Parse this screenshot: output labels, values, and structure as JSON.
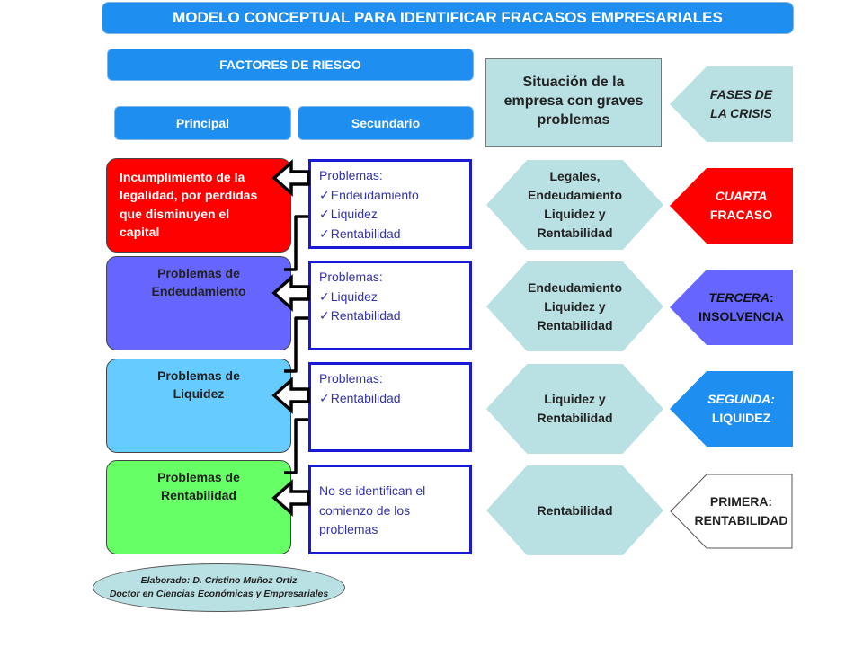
{
  "title": "MODELO CONCEPTUAL PARA IDENTIFICAR FRACASOS EMPRESARIALES",
  "risk_factors": {
    "header": "FACTORES DE RIESGO",
    "principal_label": "Principal",
    "secondary_label": "Secundario"
  },
  "principal": [
    {
      "lines": [
        "Incumplimiento de la",
        "legalidad, por perdidas",
        "que disminuyen el",
        "capital"
      ],
      "color": "#ff0000"
    },
    {
      "lines": [
        "Problemas de",
        "Endeudamiento"
      ],
      "color": "#6666ff"
    },
    {
      "lines": [
        "Problemas de",
        "Liquidez"
      ],
      "color": "#66ccff"
    },
    {
      "lines": [
        "Problemas de",
        "Rentabilidad"
      ],
      "color": "#66ff66"
    }
  ],
  "secondary": [
    {
      "lead": "Problemas:",
      "items": [
        "Endeudamiento",
        "Liquidez",
        "Rentabilidad"
      ]
    },
    {
      "lead": "Problemas:",
      "items": [
        "Liquidez",
        "Rentabilidad"
      ]
    },
    {
      "lead": "Problemas:",
      "items": [
        "Rentabilidad"
      ]
    },
    {
      "lead_lines": [
        "No se identifican el",
        "comienzo de los",
        "problemas"
      ],
      "items": []
    }
  ],
  "situation": {
    "header_lines": [
      "Situación de la",
      "empresa con graves",
      "problemas"
    ],
    "rows": [
      {
        "lines": [
          "Legales,",
          "Endeudamiento",
          "Liquidez y",
          "Rentabilidad"
        ]
      },
      {
        "lines": [
          "Endeudamiento",
          "Liquidez y",
          "Rentabilidad"
        ]
      },
      {
        "lines": [
          "Liquidez y",
          "Rentabilidad"
        ]
      },
      {
        "lines": [
          "Rentabilidad"
        ]
      }
    ]
  },
  "phases": {
    "header_lines": [
      "FASES DE",
      "LA CRISIS"
    ],
    "header_color": "#b9e0e3",
    "rows": [
      {
        "name": "CUARTA",
        "sep": "",
        "value": "FRACASO",
        "color": "#ff0000"
      },
      {
        "name": "TERCERA",
        "sep": ":",
        "value": "INSOLVENCIA",
        "color": "#6666ff"
      },
      {
        "name": "SEGUNDA:",
        "sep": "",
        "value": "LIQUIDEZ",
        "color": "#1e8ff0"
      },
      {
        "name": "PRIMERA:",
        "sep": "",
        "value": "RENTABILIDAD",
        "color": "#ffffff"
      }
    ]
  },
  "credit": {
    "line1": "Elaborado: D. Cristino Muñoz Ortiz",
    "line2": "Doctor en Ciencias Económicas y Empresariales"
  },
  "colors": {
    "accent": "#1e8ff0",
    "hex_fill": "#b9e0e3",
    "secondary_border": "#1a1ad6"
  }
}
